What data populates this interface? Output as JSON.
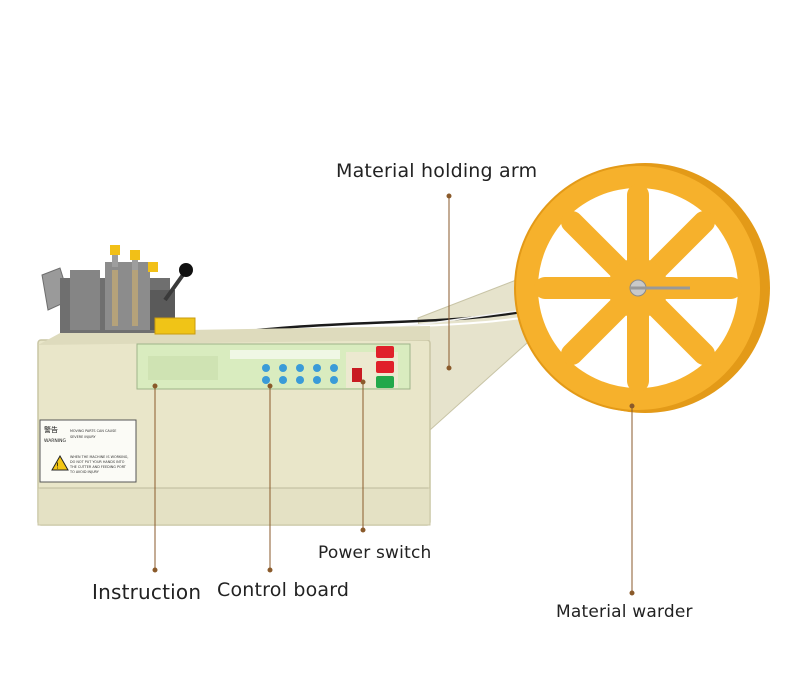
{
  "callouts": {
    "holding_arm": "Material holding arm",
    "warder": "Material warder",
    "power_switch": "Power switch",
    "control_board": "Control board",
    "instruction": "Instruction"
  },
  "panel": {
    "warning_title": "警告",
    "warning_sub": "WARNING",
    "warning_lines": [
      "MOVING PARTS CAN CAUSE",
      "SEVERE INJURY",
      "WHEN THE MACHINE IS WORKING,",
      "DO NOT PUT YOUR HANDS INTO",
      "THE CUTTER AND FEEDING PORT",
      "TO AVOID INJURY"
    ]
  },
  "colors": {
    "machine_body": "#e9e6c9",
    "machine_edge": "#c9c5a4",
    "panel_green": "#d9ecbf",
    "reel_yellow": "#f6b12c",
    "reel_dark": "#e39a18",
    "leader_line": "#8a5a2b",
    "button_red": "#e0202a",
    "button_green": "#22a84a"
  },
  "icons": [
    "warning-triangle-icon",
    "knob-icon"
  ]
}
